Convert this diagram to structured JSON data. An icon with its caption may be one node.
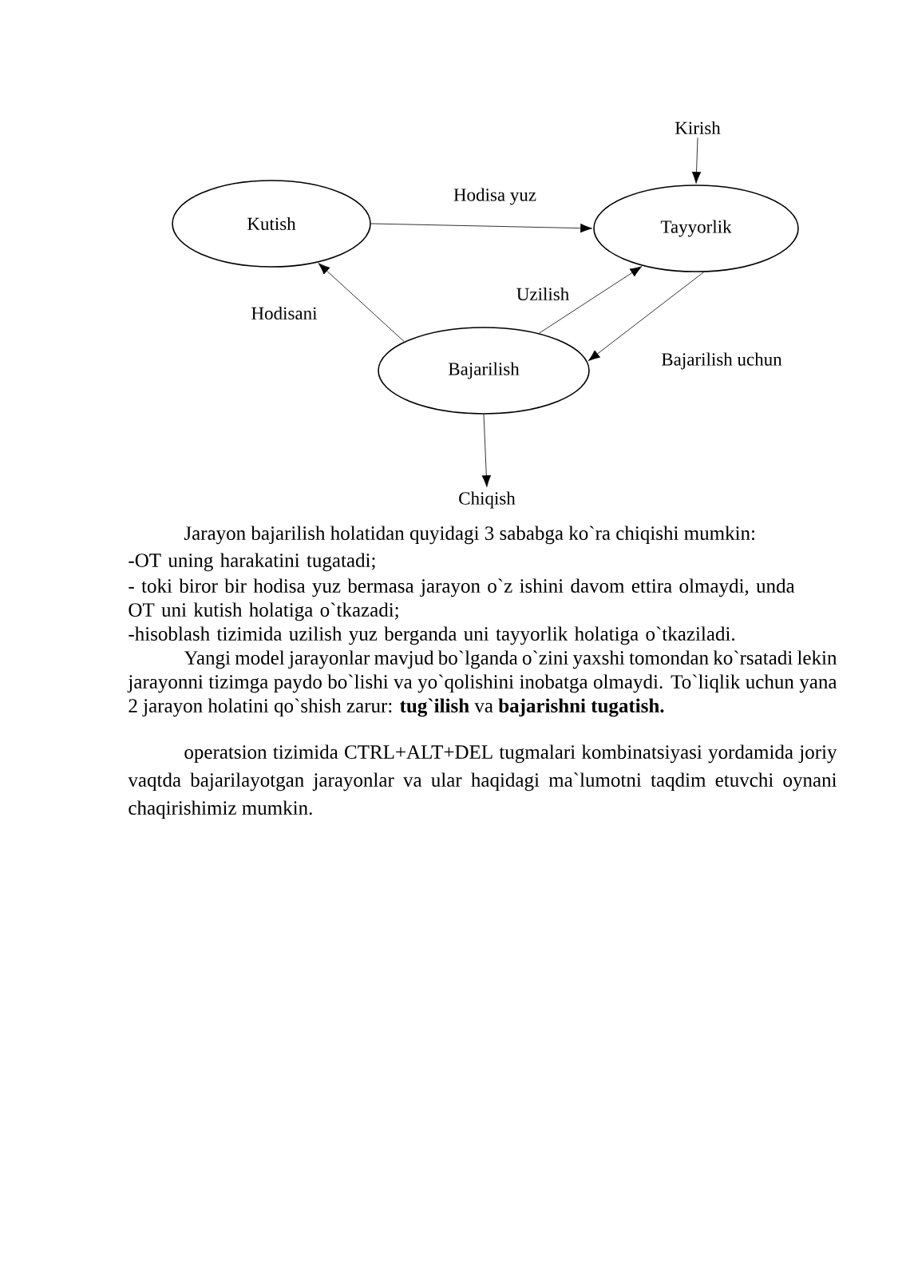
{
  "diagram": {
    "nodes": [
      {
        "text": [
          "Kutish"
        ]
      },
      {
        "text": [
          "Tayyorlik"
        ]
      },
      {
        "text": [
          "Bajarilish"
        ]
      },
      {
        "text": [
          "Kirish"
        ]
      },
      {
        "text": [
          "Chiqish"
        ]
      }
    ],
    "edges": [
      {
        "from": 0,
        "to": 1,
        "arrow": "to",
        "label": "Hodisa yuz"
      },
      {
        "from": 2,
        "to": 0,
        "arrow": "to",
        "label": "Hodisani"
      },
      {
        "from": 2,
        "to": 1,
        "arrow": "to",
        "label": "Uzilish"
      },
      {
        "from": 1,
        "to": 2,
        "arrow": "to",
        "label": "Bajarilish uchun"
      },
      {
        "from": 3,
        "to": 1,
        "arrow": "to"
      },
      {
        "from": 2,
        "to": 4,
        "arrow": "to"
      }
    ],
    "labels": [
      "Jarayon bajarilish holatidan quyidagi 3 sababga ko`ra chiqishi mumkin:",
      "-OT uning harakatini tugatadi;",
      "- toki biror bir hodisa yuz bermasa jarayon o`z ishini davom ettira olmaydi, unda OT uni kutish holatiga o`tkazadi;",
      "-hisoblash tizimida uzilish yuz berganda uni tayyorlik holatiga o`tkaziladi.",
      "Yangi model jarayonlar mavjud bo`lganda o`zini yaxshi tomondan ko`rsatadi lekin jarayonni tizimga paydo bo`lishi va yo`qolishini inobatga olmaydi. To`liqlik uchun yana 2 jarayon holatini qo`shish zarur: **tug`ilish** va **bajarishni tugatish.**",
      "operatsion tizimida CTRL+ALT+DEL tugmalari kombinatsiyasi yordamida joriy vaqtda bajarilayotgan jarayonlar va ular haqidagi ma`lumotni taqdim etuvchi oynani chaqirishimiz mumkin."
    ]
  }
}
